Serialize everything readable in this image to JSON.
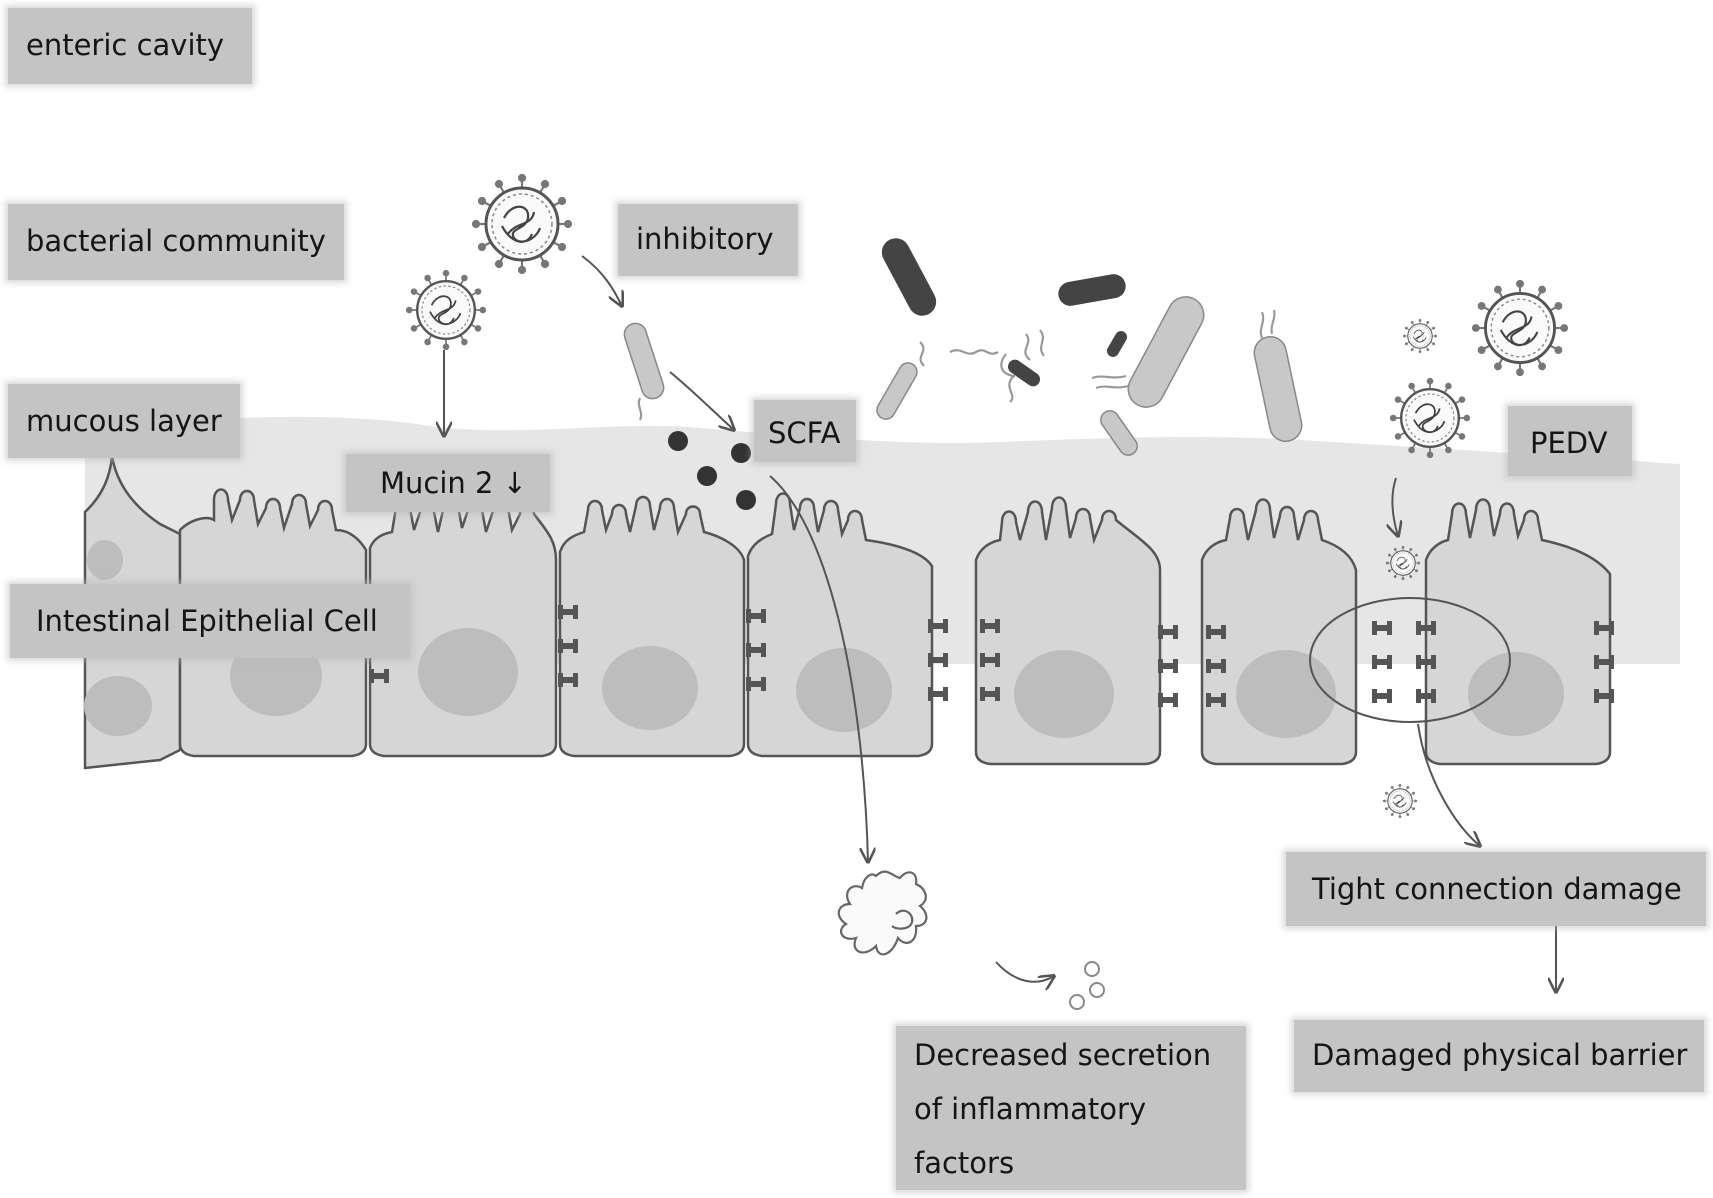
{
  "labels": {
    "enteric_cavity": "enteric cavity",
    "bacterial_community": "bacterial community",
    "inhibitory": "inhibitory",
    "mucous_layer": "mucous layer",
    "scfa": "SCFA",
    "pedv": "PEDV",
    "mucin2": "Mucin 2 ↓",
    "intestinal_epithelial_cell": "Intestinal Epithelial Cell",
    "tight_connection_damage": "Tight connection damage",
    "damaged_physical_barrier": "Damaged physical barrier",
    "decreased_secretion": "Decreased secretion of inflammatory factors"
  },
  "icons": {
    "virus": "virus-icon",
    "bacterium": "bacterium-icon",
    "scfa_molecule": "scfa-molecule-icon",
    "immune_cell": "dendritic-cell-icon",
    "tight_junction": "tight-junction-icon",
    "nucleus": "nucleus-icon"
  },
  "colors": {
    "label_bg": "#c4c4c4",
    "mucus": "#e6e6e6",
    "cell": "#d6d6d6",
    "nucleus": "#bdbdbd",
    "outline": "#555555"
  }
}
